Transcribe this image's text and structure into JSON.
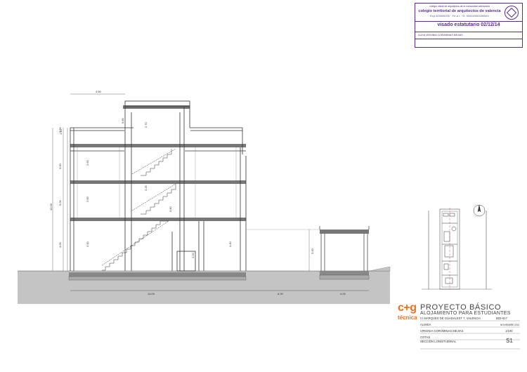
{
  "stamp": {
    "line1": "colegio oficial de arquitectos de la comunidad valenciana",
    "line2": "colegio territorial de arquitectos de valencia",
    "line3": "Exp-000000000 · Fe a r · G: 00000/000000000",
    "line4": "visado estatutario  02/12/14",
    "line5": "01218 VIRGINIA COROMINAS MEJIAS"
  },
  "logo": {
    "mark": "c+g",
    "sub": "técnica",
    "brand_color": "#f26b21"
  },
  "title_block": {
    "title": "PROYECTO BÁSICO",
    "subtitle": "ALOJAMIENTO PARA ESTUDIANTES",
    "address": "C/ MARQUÉS DE GUADALEST 7, VALENCIA",
    "project_code": "B03-017",
    "client": "ALMISA",
    "date": "NOVIEMBRE 2014",
    "architect": "VIRGINIA COROMINAS MEJIAS",
    "scale": "1/100",
    "sheet_type": "COTAS",
    "sheet_name": "SECCIÓN LONGITUDINAL",
    "sheet_number": "S1"
  },
  "drawing": {
    "dims_horizontal": [
      "4.50",
      "14.00",
      "6.00",
      "4.00"
    ],
    "dims_vertical_outer": [
      "3.00",
      "3.00",
      "3.00",
      "4.00",
      "10.00"
    ],
    "dims_inner": [
      "1.10",
      "2.60",
      "2.60",
      "3.00",
      "2.70",
      "3.25",
      "4.30",
      "0.80",
      "2.20",
      "0.80",
      "3.00"
    ]
  },
  "colors": {
    "stamp": "#5b2b8c",
    "line": "#333333",
    "ground": "#bdbdbd",
    "slab": "#777777"
  }
}
